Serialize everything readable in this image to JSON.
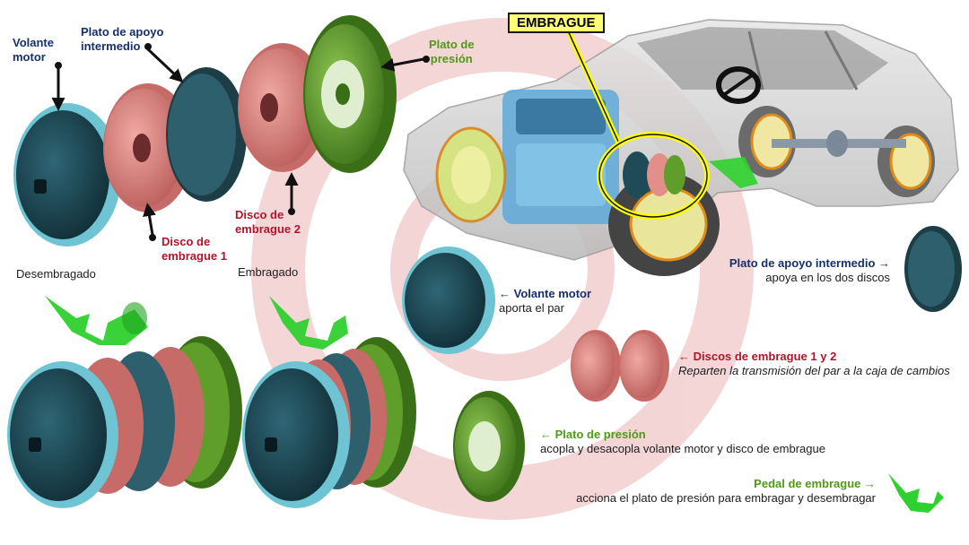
{
  "title": "EMBRAGUE",
  "states": {
    "disengaged": "Desembragado",
    "engaged": "Embragado"
  },
  "callouts": {
    "volante": [
      "Volante",
      "motor"
    ],
    "plato_apoyo": [
      "Plato de apoyo",
      "intermedio"
    ],
    "plato_presion": [
      "Plato de",
      "presión"
    ],
    "disco1": [
      "Disco de",
      "embrague 1"
    ],
    "disco2": [
      "Disco de",
      "embrague 2"
    ]
  },
  "legend": [
    {
      "id": "plato-apoyo",
      "title": "Plato de apoyo intermedio →",
      "desc": "apoya en los dos discos",
      "color": "#15306e"
    },
    {
      "id": "volante",
      "title": "← Volante motor",
      "desc": "aporta el par",
      "color": "#15306e"
    },
    {
      "id": "discos",
      "title": "← Discos de embrague 1 y 2",
      "desc": "Reparten la transmisión del par a la caja de cambios",
      "color": "#b3142a"
    },
    {
      "id": "plato-presion",
      "title": "← Plato de presión",
      "desc": "acopla y desacopla volante motor y disco de embrague",
      "color": "#4f9a16"
    },
    {
      "id": "pedal",
      "title": "Pedal de embrague →",
      "desc": "acciona el plato de presión para embragar y desembragar",
      "color": "#4f9a16"
    }
  ],
  "colors": {
    "flywheel": "#1f4a58",
    "flywheel_teeth": "#6ec4d2",
    "clutch_disc": "#e28f8a",
    "pressure_plate": "#5f9e2a",
    "pedal": "#2ed12e",
    "highlight": "#ffff73"
  }
}
